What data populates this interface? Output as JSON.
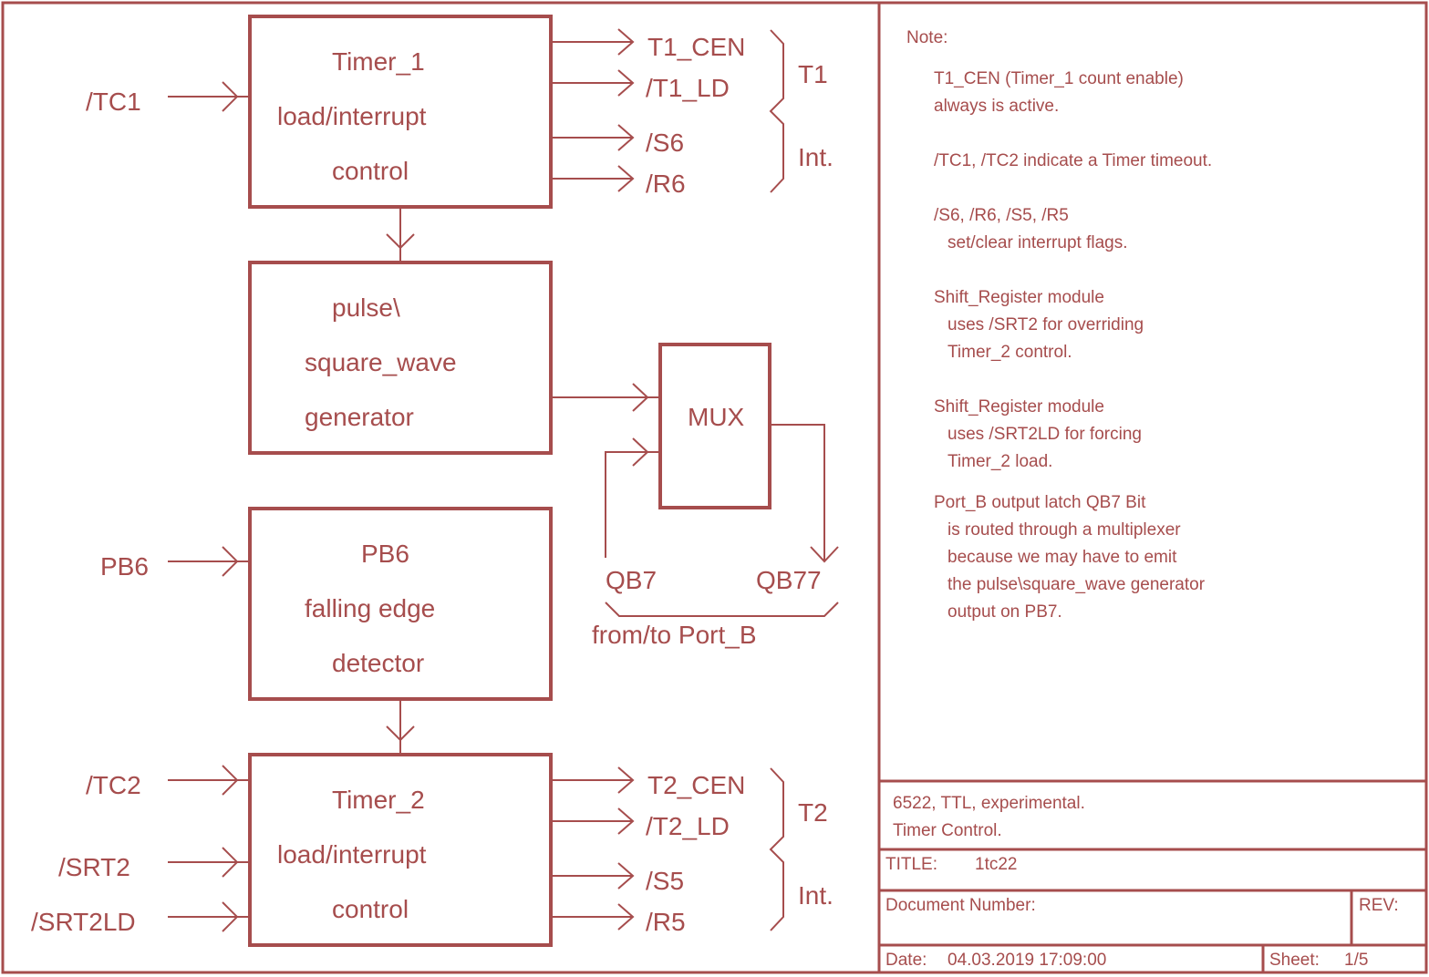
{
  "colors": {
    "ink": "#a64d4d",
    "background": "#ffffff"
  },
  "blocks": {
    "timer1": {
      "lines": [
        "Timer_1",
        "load/interrupt",
        "control"
      ]
    },
    "pulse": {
      "lines": [
        "pulse\\",
        "square_wave",
        "generator"
      ]
    },
    "pb6det": {
      "lines": [
        "PB6",
        "falling edge",
        "detector"
      ]
    },
    "timer2": {
      "lines": [
        "Timer_2",
        "load/interrupt",
        "control"
      ]
    },
    "mux": {
      "label": "MUX"
    }
  },
  "inputs": {
    "tc1": "/TC1",
    "pb6": "PB6",
    "tc2": "/TC2",
    "srt2": "/SRT2",
    "srt2ld": "/SRT2LD"
  },
  "outputs": {
    "timer1": [
      "T1_CEN",
      "/T1_LD",
      "/S6",
      "/R6"
    ],
    "timer2": [
      "T2_CEN",
      "/T2_LD",
      "/S5",
      "/R5"
    ]
  },
  "groups": {
    "t1": "T1",
    "int1": "Int.",
    "t2": "T2",
    "int2": "Int."
  },
  "port": {
    "qb7": "QB7",
    "qb77": "QB77",
    "label": "from/to Port_B"
  },
  "notes": {
    "heading": "Note:",
    "lines": [
      "T1_CEN (Timer_1 count enable)",
      "always is active.",
      "/TC1, /TC2 indicate a Timer timeout.",
      "/S6, /R6, /S5, /R5",
      "set/clear interrupt flags.",
      "Shift_Register module",
      "uses /SRT2 for overriding",
      "Timer_2 control.",
      "Shift_Register module",
      "uses /SRT2LD for forcing",
      "Timer_2 load.",
      "Port_B output latch QB7 Bit",
      "is routed through a multiplexer",
      "because we may have to emit",
      "the pulse\\square_wave generator",
      "output on PB7."
    ]
  },
  "title_block": {
    "description": [
      "6522, TTL, experimental.",
      "Timer Control."
    ],
    "title_label": "TITLE:",
    "title_value": "1tc22",
    "docnum_label": "Document Number:",
    "rev_label": "REV:",
    "date_label": "Date:",
    "date_value": "04.03.2019 17:09:00",
    "sheet_label": "Sheet:",
    "sheet_value": "1/5"
  }
}
